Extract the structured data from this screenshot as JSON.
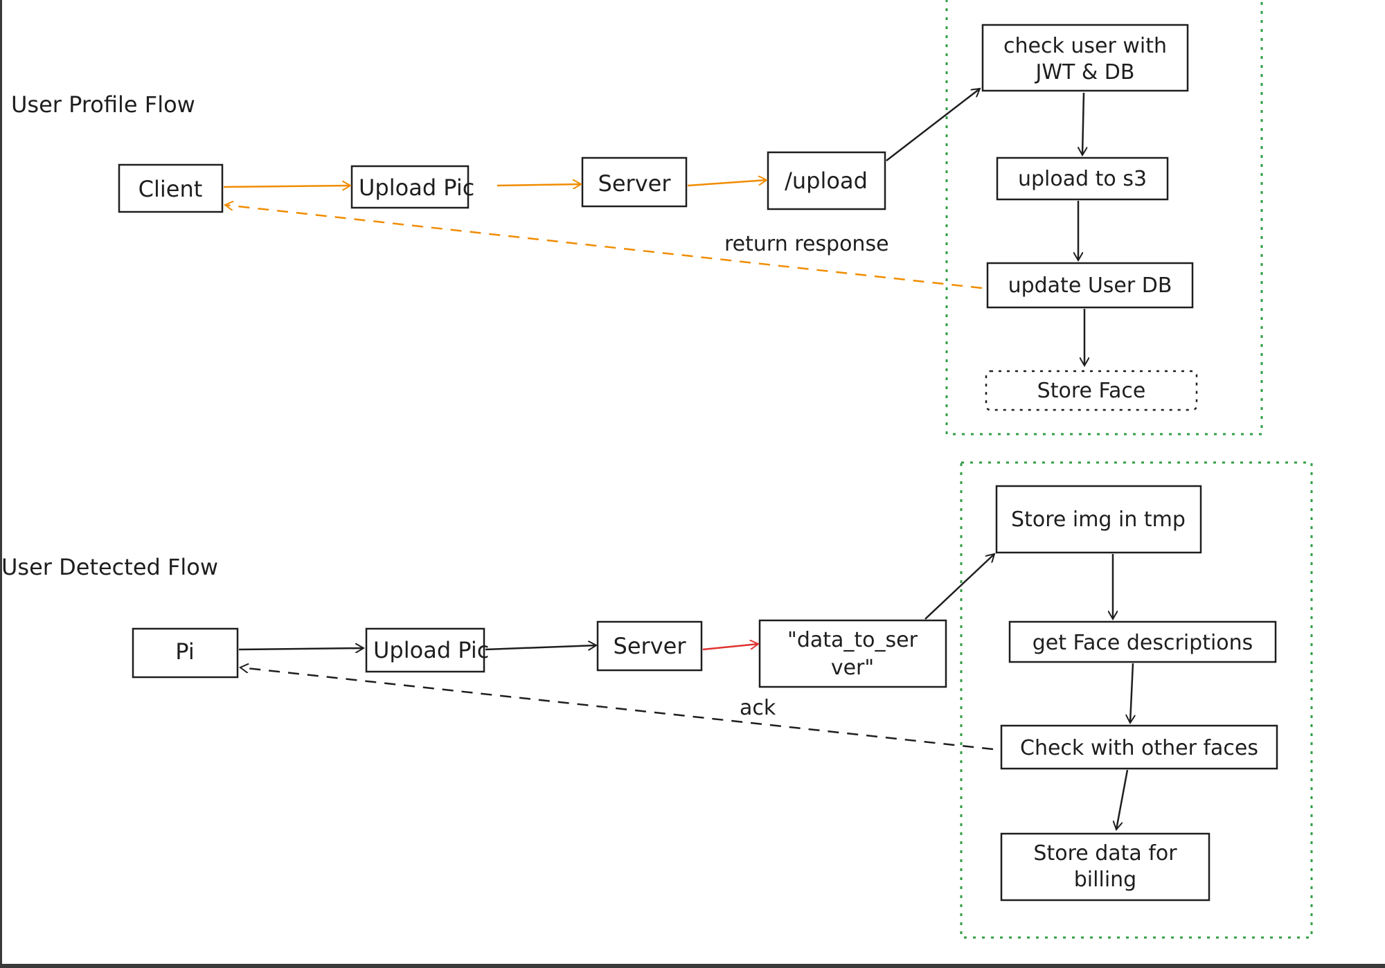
{
  "sections": {
    "profile_title": "User Profile Flow",
    "detected_title": "User Detected Flow"
  },
  "profile_flow": {
    "client": "Client",
    "upload_pic": "Upload Pic",
    "server": "Server",
    "upload_endpoint": "/upload",
    "check_user_line1": "check user with",
    "check_user_line2": "JWT & DB",
    "upload_s3": "upload to s3",
    "update_db": "update User DB",
    "store_face": "Store Face",
    "return_label": "return response"
  },
  "detected_flow": {
    "pi": "Pi",
    "upload_pic": "Upload Pic",
    "server": "Server",
    "data_line1": "\"data_to_ser",
    "data_line2": "ver\"",
    "store_img": "Store img in tmp",
    "get_face": "get Face descriptions",
    "check_faces": "Check with other faces",
    "billing_line1": "Store data for",
    "billing_line2": "billing",
    "ack_label": "ack"
  },
  "colors": {
    "stroke": "#1e1e1e",
    "orange_arrow": "#f08c00",
    "red_arrow": "#e03131",
    "group_border": "#2f9e44"
  }
}
